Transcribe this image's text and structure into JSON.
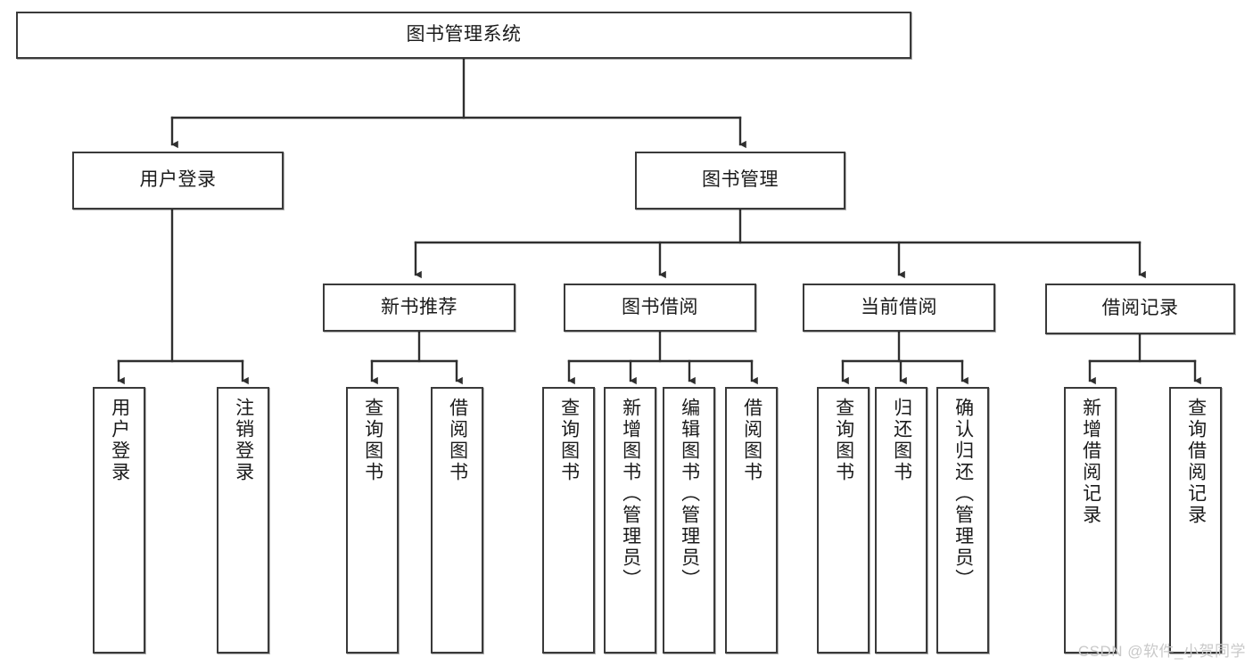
{
  "diagram": {
    "title": "图书管理系统",
    "type": "tree-hierarchy-diagram",
    "colors": {
      "box_border": "#3a3a3a",
      "box_fill": "#ffffff",
      "connector": "#2f2f2f",
      "text": "#1b1b1b",
      "watermark": "#c9c9c9"
    },
    "nodes": {
      "root": {
        "label": "图书管理系统"
      },
      "level1": [
        {
          "label": "用户登录"
        },
        {
          "label": "图书管理"
        }
      ],
      "level2": [
        {
          "label": "新书推荐"
        },
        {
          "label": "图书借阅"
        },
        {
          "label": "当前借阅"
        },
        {
          "label": "借阅记录"
        }
      ],
      "leaves": {
        "user_login": [
          {
            "label": "用户登录"
          },
          {
            "label": "注销登录"
          }
        ],
        "new_book_recommend": [
          {
            "label": "查询图书"
          },
          {
            "label": "借阅图书"
          }
        ],
        "book_borrow": [
          {
            "label": "查询图书"
          },
          {
            "label": "新增图书（管理员）"
          },
          {
            "label": "编辑图书（管理员）"
          },
          {
            "label": "借阅图书"
          }
        ],
        "current_borrow": [
          {
            "label": "查询图书"
          },
          {
            "label": "归还图书"
          },
          {
            "label": "确认归还（管理员）"
          }
        ],
        "borrow_records": [
          {
            "label": "新增借阅记录"
          },
          {
            "label": "查询借阅记录"
          }
        ]
      }
    },
    "watermark": "CSDN @软件_小贺同学"
  }
}
